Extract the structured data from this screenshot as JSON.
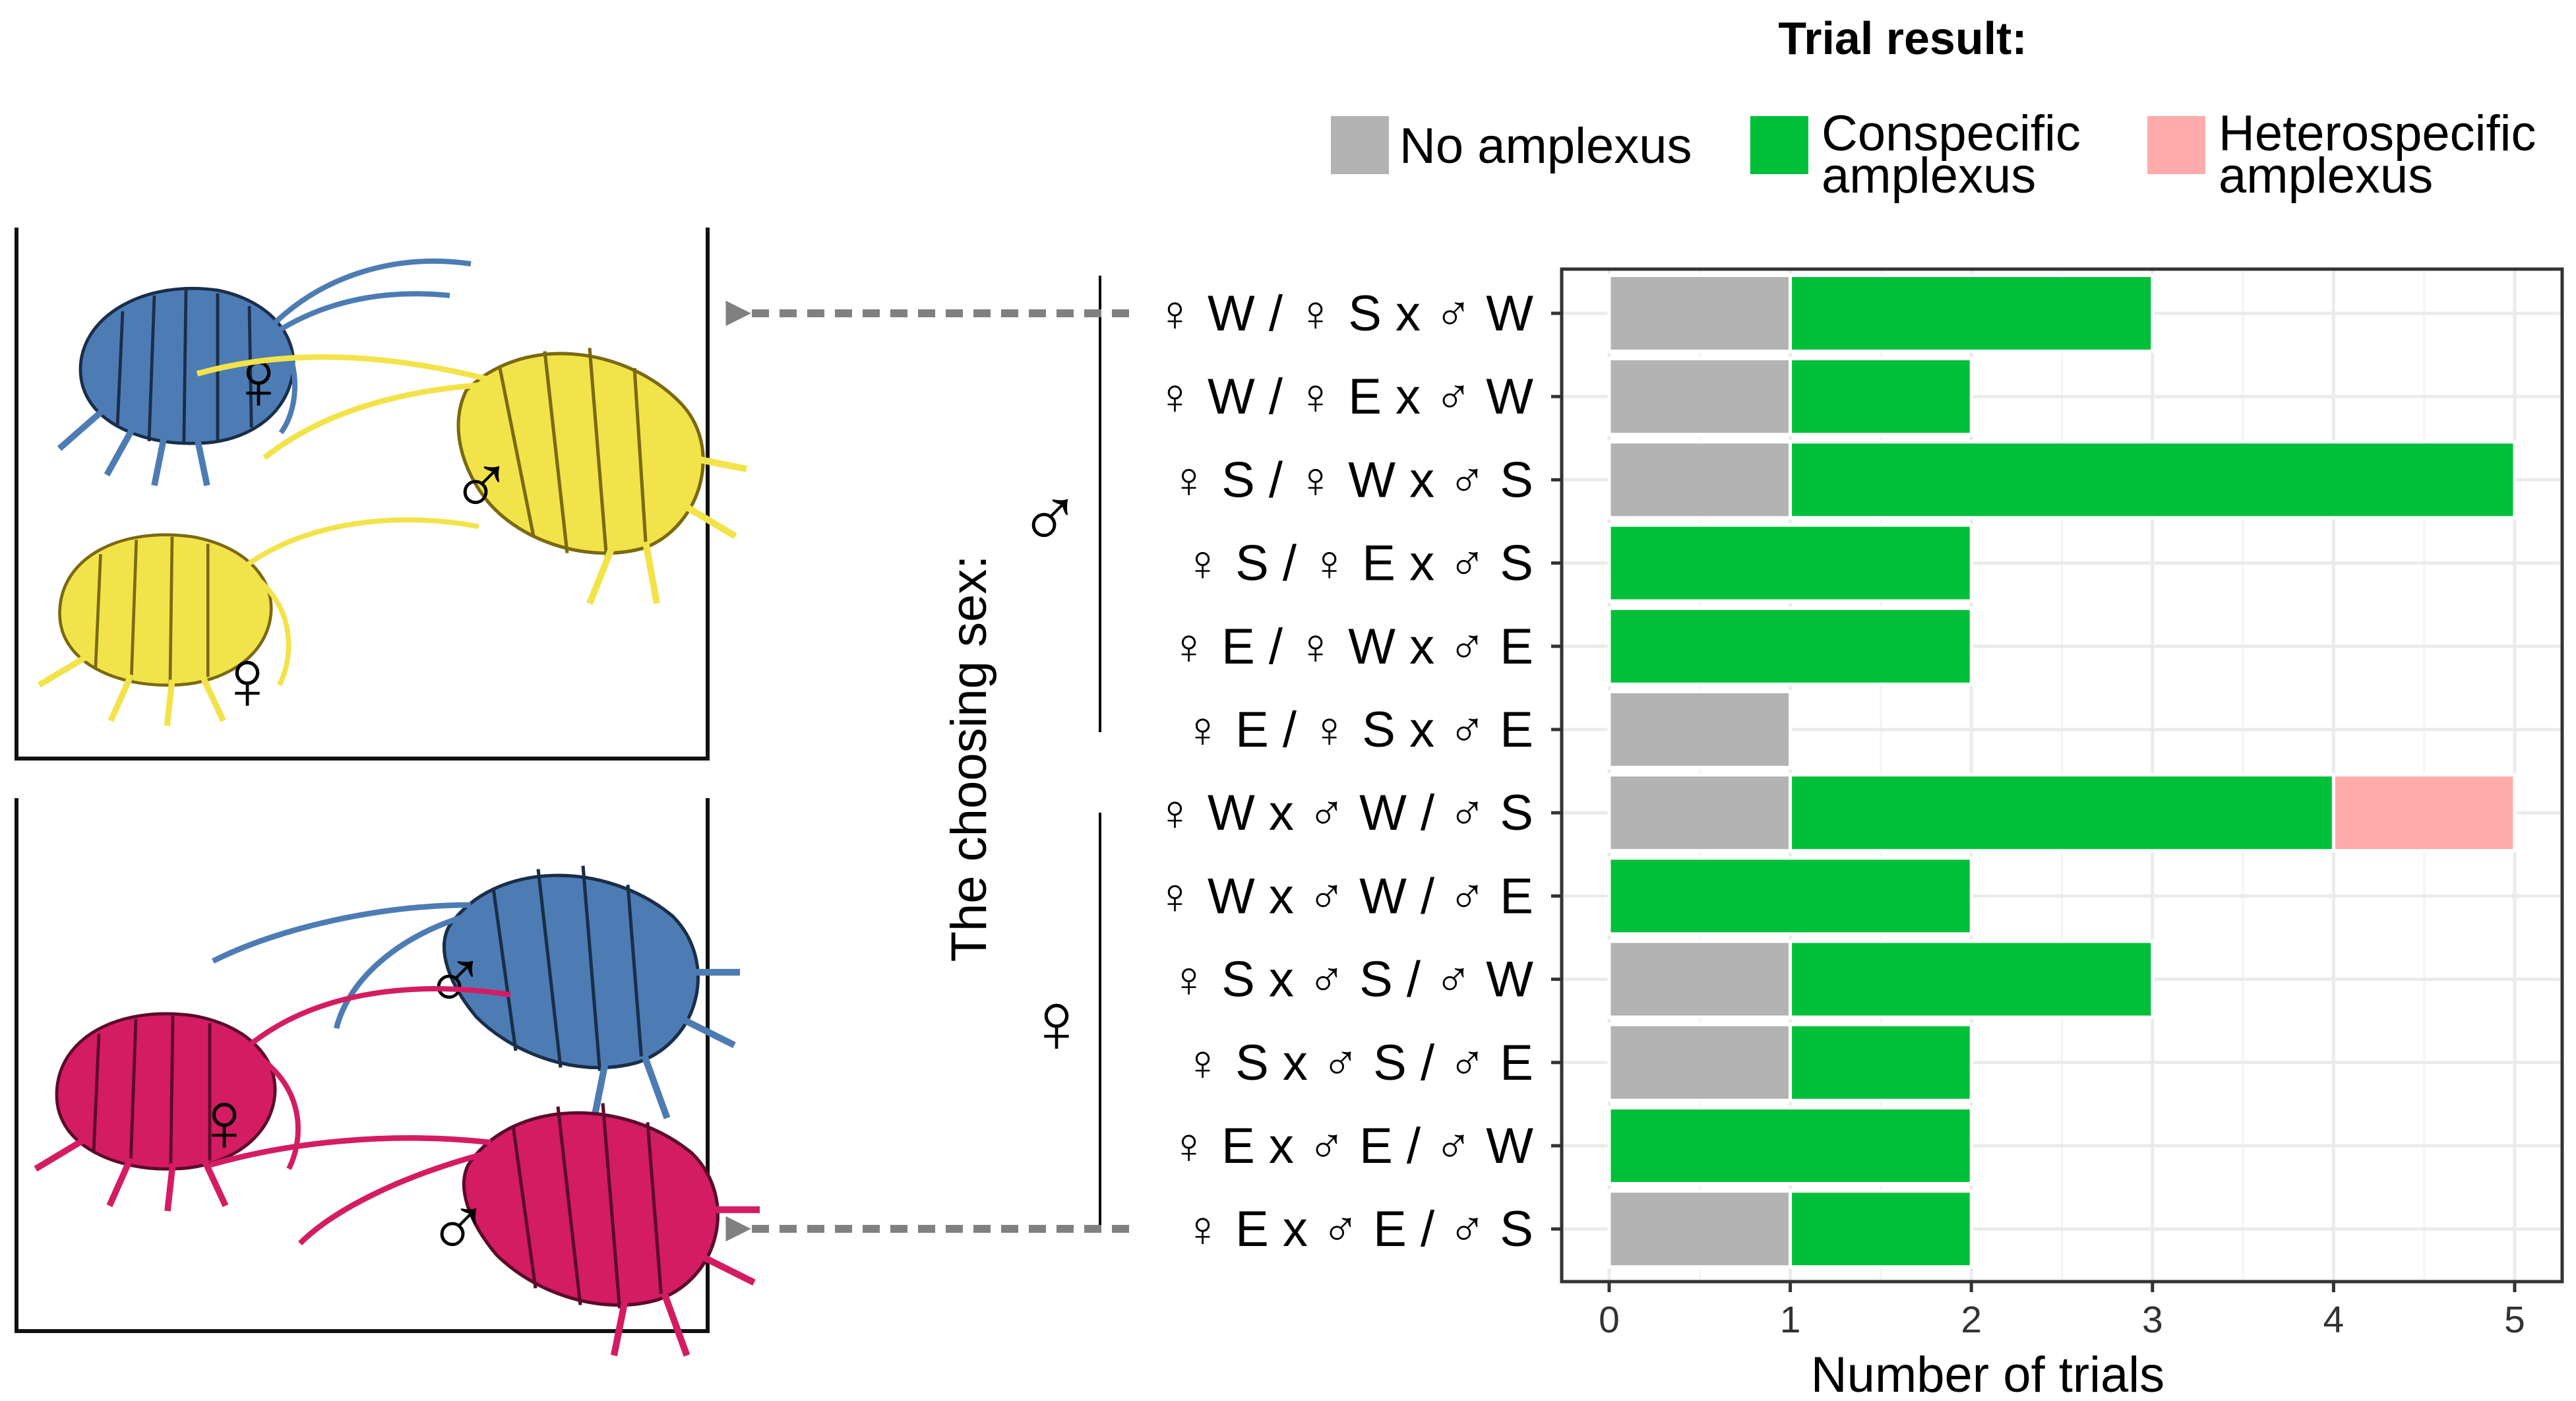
{
  "legend": {
    "title": "Trial result:",
    "items": [
      {
        "label": "No amplexus",
        "color": "#b3b3b3"
      },
      {
        "label_line1": "Conspecific",
        "label_line2": "amplexus",
        "color": "#00c03a"
      },
      {
        "label_line1": "Heterospecific",
        "label_line2": "amplexus",
        "color": "#ffabab"
      }
    ]
  },
  "choosing_label": "The choosing sex:",
  "male_symbol": "♂",
  "female_symbol": "♀",
  "colors": {
    "blue": "#4d7cb4",
    "yellow": "#f3e34a",
    "pink": "#d41c62",
    "arrow": "#808080"
  },
  "chart_data": {
    "type": "bar",
    "orientation": "horizontal",
    "stacked": true,
    "categories": [
      "♀ W / ♀ S x ♂ W",
      "♀ W / ♀ E x ♂ W",
      "♀ S / ♀ W x ♂ S",
      "♀ S / ♀ E x ♂ S",
      "♀ E / ♀ W x ♂ E",
      "♀ E / ♀ S x ♂ E",
      "♀ W x ♂ W / ♂ S",
      "♀ W x ♂ W / ♂ E",
      "♀ S x ♂ S / ♂ W",
      "♀ S x ♂ S / ♂ E",
      "♀ E x ♂ E / ♂ W",
      "♀ E x ♂ E / ♂ S"
    ],
    "series": [
      {
        "name": "No amplexus",
        "color": "#b3b3b3",
        "values": [
          1,
          1,
          1,
          0,
          0,
          1,
          1,
          0,
          1,
          1,
          0,
          1
        ]
      },
      {
        "name": "Conspecific amplexus",
        "color": "#00c03a",
        "values": [
          2,
          1,
          4,
          2,
          2,
          0,
          3,
          2,
          2,
          1,
          2,
          1
        ]
      },
      {
        "name": "Heterospecific amplexus",
        "color": "#ffabab",
        "values": [
          0,
          0,
          0,
          0,
          0,
          0,
          1,
          0,
          0,
          0,
          0,
          0
        ]
      }
    ],
    "xlabel": "Number of trials",
    "xlim": [
      0,
      5
    ],
    "xticks": [
      "0",
      "1",
      "2",
      "3",
      "4",
      "5"
    ],
    "grid": true,
    "legend_position": "top"
  }
}
